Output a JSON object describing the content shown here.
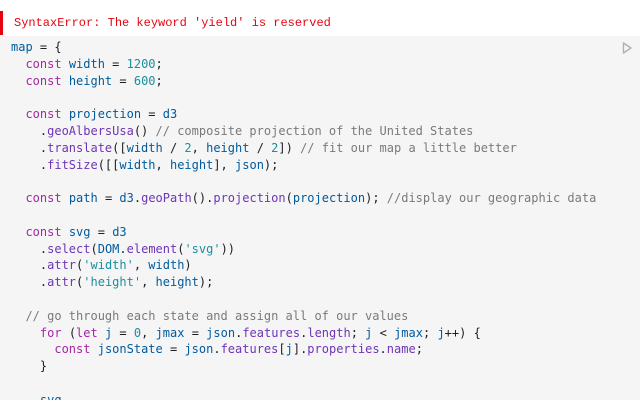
{
  "error": {
    "message": "SyntaxError: The keyword 'yield' is reserved"
  },
  "run_button": {
    "icon": "play-icon"
  },
  "colors": {
    "error": "#e7040f",
    "keyword": "#a626a4",
    "variable": "#005a9c",
    "number": "#1a8fa1",
    "string": "#1a8fa1",
    "call": "#6e35b5",
    "comment": "#7a7a7a",
    "plain": "#1b1e23",
    "cell_background": "#f5f5f5"
  },
  "code": {
    "lines": [
      [
        [
          "var",
          "map"
        ],
        [
          "punct",
          " = {"
        ]
      ],
      [
        [
          "punct",
          "  "
        ],
        [
          "kw",
          "const"
        ],
        [
          "punct",
          " "
        ],
        [
          "var",
          "width"
        ],
        [
          "punct",
          " = "
        ],
        [
          "num",
          "1200"
        ],
        [
          "punct",
          ";"
        ]
      ],
      [
        [
          "punct",
          "  "
        ],
        [
          "kw",
          "const"
        ],
        [
          "punct",
          " "
        ],
        [
          "var",
          "height"
        ],
        [
          "punct",
          " = "
        ],
        [
          "num",
          "600"
        ],
        [
          "punct",
          ";"
        ]
      ],
      [],
      [
        [
          "punct",
          "  "
        ],
        [
          "kw",
          "const"
        ],
        [
          "punct",
          " "
        ],
        [
          "var",
          "projection"
        ],
        [
          "punct",
          " = "
        ],
        [
          "var",
          "d3"
        ]
      ],
      [
        [
          "punct",
          "    ."
        ],
        [
          "call",
          "geoAlbersUsa"
        ],
        [
          "punct",
          "() "
        ],
        [
          "com",
          "// composite projection of the United States"
        ]
      ],
      [
        [
          "punct",
          "    ."
        ],
        [
          "call",
          "translate"
        ],
        [
          "punct",
          "(["
        ],
        [
          "var",
          "width"
        ],
        [
          "punct",
          " / "
        ],
        [
          "num",
          "2"
        ],
        [
          "punct",
          ", "
        ],
        [
          "var",
          "height"
        ],
        [
          "punct",
          " / "
        ],
        [
          "num",
          "2"
        ],
        [
          "punct",
          "]) "
        ],
        [
          "com",
          "// fit our map a little better"
        ]
      ],
      [
        [
          "punct",
          "    ."
        ],
        [
          "call",
          "fitSize"
        ],
        [
          "punct",
          "([["
        ],
        [
          "var",
          "width"
        ],
        [
          "punct",
          ", "
        ],
        [
          "var",
          "height"
        ],
        [
          "punct",
          "], "
        ],
        [
          "var",
          "json"
        ],
        [
          "punct",
          ");"
        ]
      ],
      [],
      [
        [
          "punct",
          "  "
        ],
        [
          "kw",
          "const"
        ],
        [
          "punct",
          " "
        ],
        [
          "var",
          "path"
        ],
        [
          "punct",
          " = "
        ],
        [
          "var",
          "d3"
        ],
        [
          "punct",
          "."
        ],
        [
          "call",
          "geoPath"
        ],
        [
          "punct",
          "()."
        ],
        [
          "call",
          "projection"
        ],
        [
          "punct",
          "("
        ],
        [
          "var",
          "projection"
        ],
        [
          "punct",
          "); "
        ],
        [
          "com",
          "//display our geographic data"
        ]
      ],
      [],
      [
        [
          "punct",
          "  "
        ],
        [
          "kw",
          "const"
        ],
        [
          "punct",
          " "
        ],
        [
          "var",
          "svg"
        ],
        [
          "punct",
          " = "
        ],
        [
          "var",
          "d3"
        ]
      ],
      [
        [
          "punct",
          "    ."
        ],
        [
          "call",
          "select"
        ],
        [
          "punct",
          "("
        ],
        [
          "var",
          "DOM"
        ],
        [
          "punct",
          "."
        ],
        [
          "call",
          "element"
        ],
        [
          "punct",
          "("
        ],
        [
          "str",
          "'svg'"
        ],
        [
          "punct",
          "))"
        ]
      ],
      [
        [
          "punct",
          "    ."
        ],
        [
          "call",
          "attr"
        ],
        [
          "punct",
          "("
        ],
        [
          "str",
          "'width'"
        ],
        [
          "punct",
          ", "
        ],
        [
          "var",
          "width"
        ],
        [
          "punct",
          ")"
        ]
      ],
      [
        [
          "punct",
          "    ."
        ],
        [
          "call",
          "attr"
        ],
        [
          "punct",
          "("
        ],
        [
          "str",
          "'height'"
        ],
        [
          "punct",
          ", "
        ],
        [
          "var",
          "height"
        ],
        [
          "punct",
          ");"
        ]
      ],
      [],
      [
        [
          "punct",
          "  "
        ],
        [
          "com",
          "// go through each state and assign all of our values"
        ]
      ],
      [
        [
          "punct",
          "    "
        ],
        [
          "kw",
          "for"
        ],
        [
          "punct",
          " ("
        ],
        [
          "kw",
          "let"
        ],
        [
          "punct",
          " "
        ],
        [
          "var",
          "j"
        ],
        [
          "punct",
          " = "
        ],
        [
          "num",
          "0"
        ],
        [
          "punct",
          ", "
        ],
        [
          "var",
          "jmax"
        ],
        [
          "punct",
          " = "
        ],
        [
          "var",
          "json"
        ],
        [
          "punct",
          "."
        ],
        [
          "call",
          "features"
        ],
        [
          "punct",
          "."
        ],
        [
          "call",
          "length"
        ],
        [
          "punct",
          "; "
        ],
        [
          "var",
          "j"
        ],
        [
          "punct",
          " < "
        ],
        [
          "var",
          "jmax"
        ],
        [
          "punct",
          "; "
        ],
        [
          "var",
          "j"
        ],
        [
          "punct",
          "++) {"
        ]
      ],
      [
        [
          "punct",
          "      "
        ],
        [
          "kw",
          "const"
        ],
        [
          "punct",
          " "
        ],
        [
          "var",
          "jsonState"
        ],
        [
          "punct",
          " = "
        ],
        [
          "var",
          "json"
        ],
        [
          "punct",
          "."
        ],
        [
          "call",
          "features"
        ],
        [
          "punct",
          "["
        ],
        [
          "var",
          "j"
        ],
        [
          "punct",
          "]."
        ],
        [
          "call",
          "properties"
        ],
        [
          "punct",
          "."
        ],
        [
          "call",
          "name"
        ],
        [
          "punct",
          ";"
        ]
      ],
      [
        [
          "punct",
          "    }"
        ]
      ],
      [],
      [
        [
          "punct",
          "    "
        ],
        [
          "var",
          "svg"
        ]
      ]
    ]
  }
}
